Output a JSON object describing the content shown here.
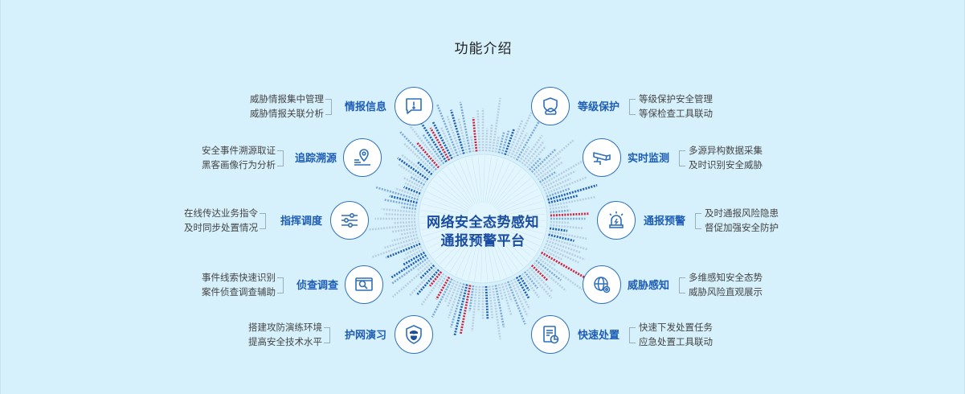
{
  "page": {
    "title": "功能介绍"
  },
  "center": {
    "line1": "网络安全态势感知",
    "line2": "通报预警平台"
  },
  "features_left": [
    {
      "id": "intel",
      "name": "情报信息",
      "icon": "message-alert-icon",
      "desc": [
        "威胁情报集中管理",
        "威胁情报关联分析"
      ]
    },
    {
      "id": "trace",
      "name": "追踪溯源",
      "icon": "location-pin-icon",
      "desc": [
        "安全事件溯源取证",
        "黑客画像行为分析"
      ]
    },
    {
      "id": "command",
      "name": "指挥调度",
      "icon": "sliders-icon",
      "desc": [
        "在线传达业务指令",
        "及时同步处置情况"
      ]
    },
    {
      "id": "investigate",
      "name": "侦查调查",
      "icon": "screen-search-icon",
      "desc": [
        "事件线索快速识别",
        "案件侦查调查辅助"
      ]
    },
    {
      "id": "drill",
      "name": "护网演习",
      "icon": "hacker-shield-icon",
      "desc": [
        "搭建攻防演练环境",
        "提高安全技术水平"
      ]
    }
  ],
  "features_right": [
    {
      "id": "level",
      "name": "等级保护",
      "icon": "shield-cloud-icon",
      "desc": [
        "等级保护安全管理",
        "等保检查工具联动"
      ]
    },
    {
      "id": "monitor",
      "name": "实时监测",
      "icon": "camera-icon",
      "desc": [
        "多源异构数据采集",
        "及时识别安全威胁"
      ]
    },
    {
      "id": "warning",
      "name": "通报预警",
      "icon": "alarm-light-icon",
      "desc": [
        "及时通报风险隐患",
        "督促加强安全防护"
      ]
    },
    {
      "id": "perceive",
      "name": "威胁感知",
      "icon": "globe-gear-icon",
      "desc": [
        "多维感知安全态势",
        "威胁风险直观展示"
      ]
    },
    {
      "id": "dispose",
      "name": "快速处置",
      "icon": "document-chart-icon",
      "desc": [
        "快速下发处置任务",
        "应急处置工具联动"
      ]
    }
  ],
  "colors": {
    "background": "#d6f1fc",
    "accent_blue": "#1e5db3",
    "dark_blue": "#1a4da0",
    "alert_red": "#d0203a",
    "light_bar": "#b9cde0"
  }
}
